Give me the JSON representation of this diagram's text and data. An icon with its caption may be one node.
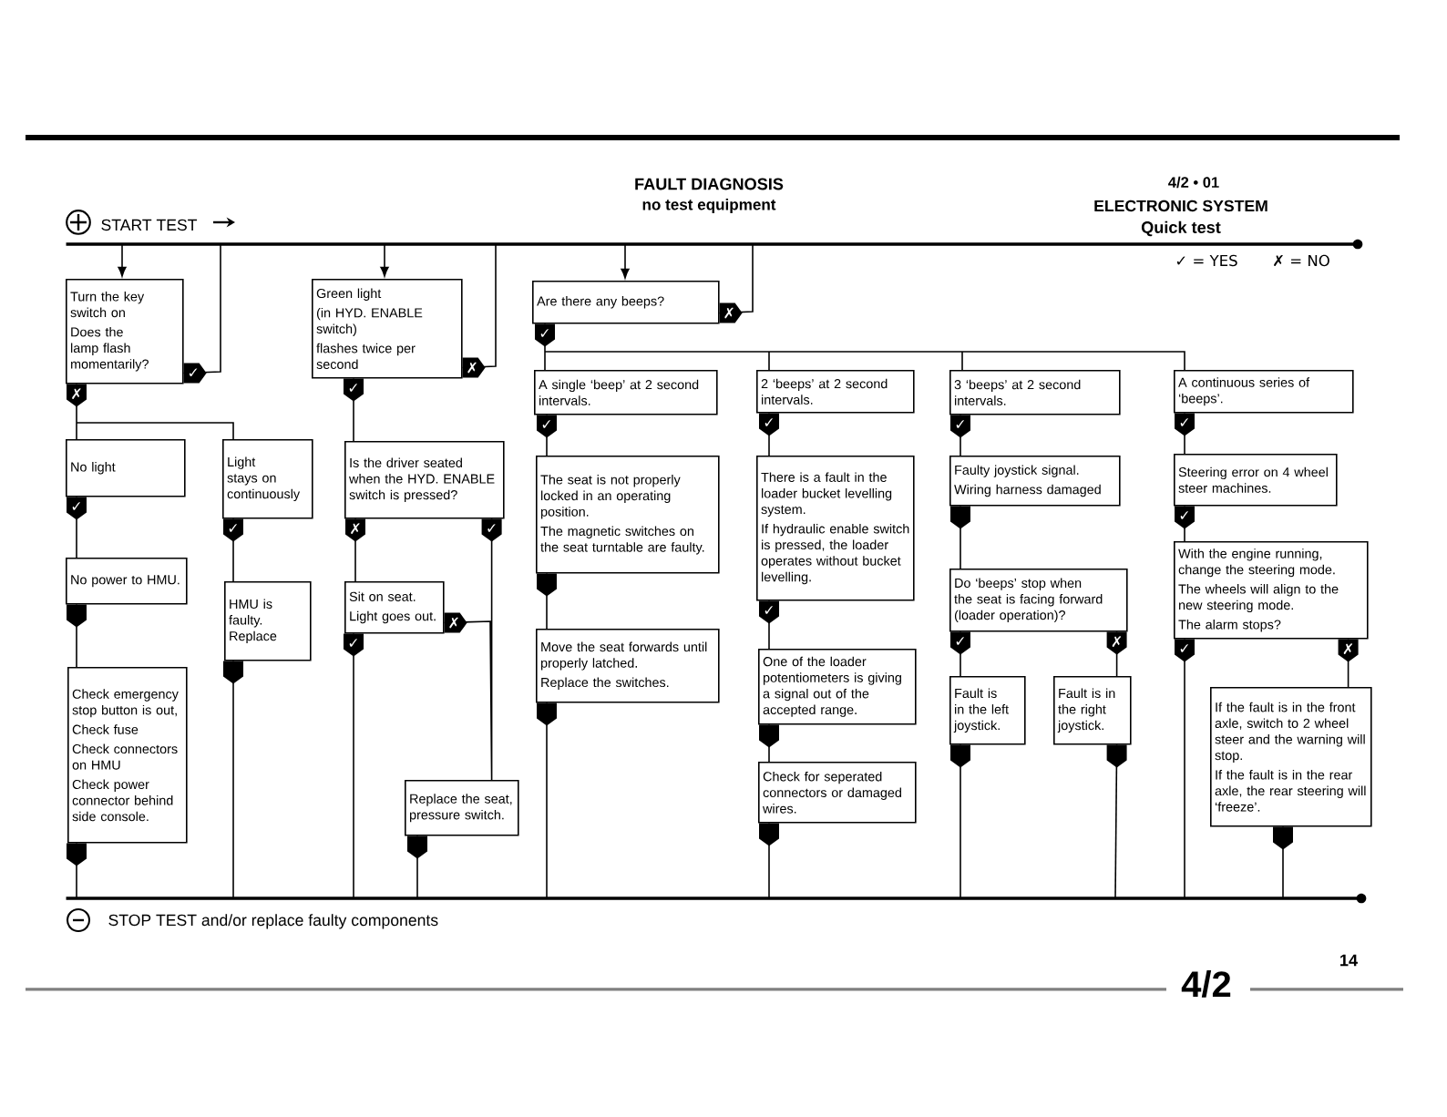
{
  "diagram": {
    "title": "FAULT DIAGNOSIS",
    "nodes": [
      {
        "text": [
          "START TEST"
        ]
      },
      {
        "text": [
          "Turn the key switch on",
          "Does the lamp flash momentarily?"
        ]
      },
      {
        "text": [
          "No light"
        ]
      },
      {
        "text": [
          "No power to HMU."
        ]
      },
      {
        "text": [
          "Check emergency stop button is out,",
          "Check fuse",
          "Check connectors on HMU",
          "Check power connector behind side console."
        ]
      },
      {
        "text": [
          "Light stays on continuously"
        ]
      },
      {
        "text": [
          "HMU is faulty. Replace"
        ]
      },
      {
        "text": [
          "Green light",
          "(in HYD. ENABLE switch)",
          "flashes twice per second"
        ]
      },
      {
        "text": [
          "Is the driver seated when the HYD. ENABLE switch is pressed?"
        ]
      },
      {
        "text": [
          "Sit on seat.",
          "Light goes out."
        ]
      },
      {
        "text": [
          "Replace the seat, pressure switch."
        ]
      },
      {
        "text": [
          "Are there any beeps?"
        ]
      },
      {
        "text": [
          "A single ‘beep’ at 2 second intervals."
        ]
      },
      {
        "text": [
          "The seat is not properly locked in an operating position.",
          "The magnetic switches on the seat turntable are faulty."
        ]
      },
      {
        "text": [
          "Move the seat forwards until properly latched.",
          "Replace the switches."
        ]
      },
      {
        "text": [
          "2 ‘beeps’ at 2 second intervals."
        ]
      },
      {
        "text": [
          "There is a fault in the loader bucket levelling system.",
          "If hydraulic enable switch is pressed, the loader operates without bucket levelling."
        ]
      },
      {
        "text": [
          "One of the loader potentiometers is giving a signal out of the accepted range."
        ]
      },
      {
        "text": [
          "Check for seperated connectors or damaged wires."
        ]
      },
      {
        "text": [
          "3 ‘beeps’ at 2 second intervals."
        ]
      },
      {
        "text": [
          "Faulty joystick signal.",
          "Wiring harness damaged"
        ]
      },
      {
        "text": [
          "Do ‘beeps’ stop when the seat is facing forward (loader operation)?"
        ]
      },
      {
        "text": [
          "Fault is in the left joystick."
        ]
      },
      {
        "text": [
          "Fault is in the right joystick."
        ]
      },
      {
        "text": [
          "A continuous series of ‘beeps’."
        ]
      },
      {
        "text": [
          "Steering error on 4 wheel steer machines."
        ]
      },
      {
        "text": [
          "With the engine running, change the steering mode.",
          "The wheels will align to the new steering mode.",
          "The alarm stops?"
        ]
      },
      {
        "text": [
          "If the fault is in the front axle, switch to 2 wheel steer and the warning will stop.",
          "If the fault is in the rear axle, the rear steering will ‘freeze’."
        ]
      },
      {
        "text": [
          "STOP TEST and/or replace faulty components"
        ]
      }
    ],
    "edges": [
      {
        "from": 0,
        "to": 1,
        "arrow": "to"
      },
      {
        "from": 0,
        "to": 7,
        "arrow": "to"
      },
      {
        "from": 0,
        "to": 11,
        "arrow": "to"
      },
      {
        "from": 1,
        "to": 0,
        "arrow": "none",
        "label": "✓"
      },
      {
        "from": 7,
        "to": 0,
        "arrow": "none",
        "label": "✗"
      },
      {
        "from": 11,
        "to": 0,
        "arrow": "none",
        "label": "✗"
      },
      {
        "from": 1,
        "to": 2,
        "arrow": "none",
        "label": "✗"
      },
      {
        "from": 1,
        "to": 5,
        "arrow": "none"
      },
      {
        "from": 2,
        "to": 3,
        "arrow": "none",
        "label": "✓"
      },
      {
        "from": 3,
        "to": 4,
        "arrow": "other"
      },
      {
        "from": 4,
        "to": 28,
        "arrow": "other"
      },
      {
        "from": 5,
        "to": 6,
        "arrow": "none",
        "label": "✓"
      },
      {
        "from": 6,
        "to": 28,
        "arrow": "other"
      },
      {
        "from": 7,
        "to": 8,
        "arrow": "none",
        "label": "✓"
      },
      {
        "from": 8,
        "to": 9,
        "arrow": "none",
        "label": "✗"
      },
      {
        "from": 8,
        "to": 10,
        "arrow": "none",
        "label": "✓"
      },
      {
        "from": 9,
        "to": 10,
        "arrow": "none",
        "label": "✗"
      },
      {
        "from": 9,
        "to": 28,
        "arrow": "none",
        "label": "✓"
      },
      {
        "from": 10,
        "to": 28,
        "arrow": "other"
      },
      {
        "from": 11,
        "to": 12,
        "arrow": "none",
        "label": "✓"
      },
      {
        "from": 11,
        "to": 15,
        "arrow": "none"
      },
      {
        "from": 11,
        "to": 19,
        "arrow": "none"
      },
      {
        "from": 11,
        "to": 24,
        "arrow": "none"
      },
      {
        "from": 12,
        "to": 13,
        "arrow": "none",
        "label": "✓"
      },
      {
        "from": 13,
        "to": 14,
        "arrow": "other"
      },
      {
        "from": 14,
        "to": 28,
        "arrow": "other"
      },
      {
        "from": 15,
        "to": 16,
        "arrow": "none",
        "label": "✓"
      },
      {
        "from": 16,
        "to": 17,
        "arrow": "none",
        "label": "✓"
      },
      {
        "from": 17,
        "to": 18,
        "arrow": "other"
      },
      {
        "from": 18,
        "to": 28,
        "arrow": "other"
      },
      {
        "from": 19,
        "to": 20,
        "arrow": "none",
        "label": "✓"
      },
      {
        "from": 20,
        "to": 21,
        "arrow": "other"
      },
      {
        "from": 21,
        "to": 22,
        "arrow": "none",
        "label": "✓"
      },
      {
        "from": 21,
        "to": 23,
        "arrow": "none",
        "label": "✗"
      },
      {
        "from": 22,
        "to": 28,
        "arrow": "other"
      },
      {
        "from": 23,
        "to": 28,
        "arrow": "other"
      },
      {
        "from": 24,
        "to": 25,
        "arrow": "none",
        "label": "✓"
      },
      {
        "from": 25,
        "to": 26,
        "arrow": "none",
        "label": "✓"
      },
      {
        "from": 26,
        "to": 28,
        "arrow": "none",
        "label": "✓"
      },
      {
        "from": 26,
        "to": 27,
        "arrow": "none",
        "label": "✗"
      },
      {
        "from": 27,
        "to": 28,
        "arrow": "other"
      }
    ],
    "labels": [
      "no test equipment",
      "4/2 • 01",
      "ELECTRONIC SYSTEM",
      "Quick test",
      "✓ = YES",
      "✗ = NO",
      "14",
      "4/2"
    ]
  }
}
